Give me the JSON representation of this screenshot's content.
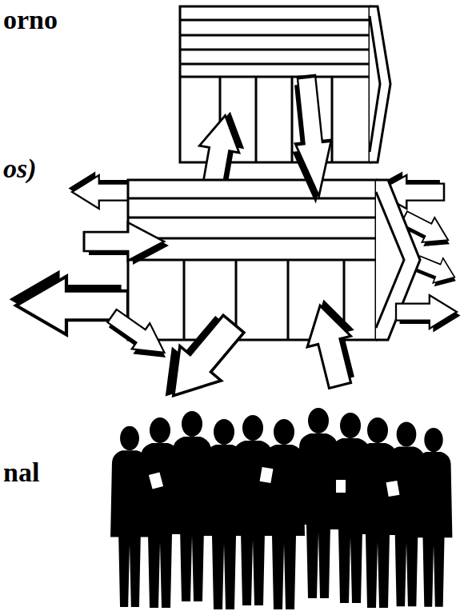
{
  "diagram": {
    "labels": [
      "orno",
      "os)",
      "nal"
    ]
  }
}
